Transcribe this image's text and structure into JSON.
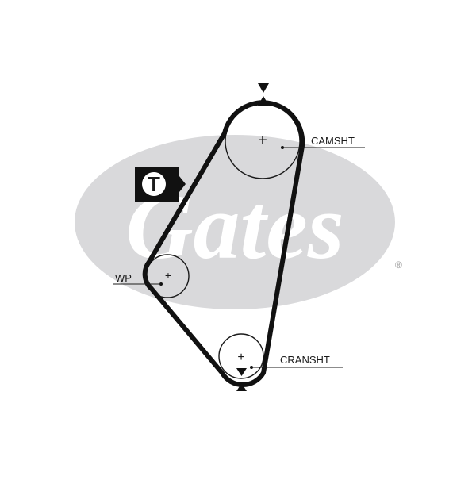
{
  "watermark": {
    "brand": "Gates",
    "registered_mark": "®",
    "ellipse_color": "#d9d9db"
  },
  "diagram": {
    "belt_color": "#111111",
    "pulleys": [
      {
        "id": "camshaft",
        "label": "CAMSHT"
      },
      {
        "id": "water_pump",
        "label": "WP"
      },
      {
        "id": "crankshaft",
        "label": "CRANSHT"
      }
    ],
    "center_mark": "+",
    "tensioner": {
      "letter": "T",
      "icon": "tensioner-icon"
    },
    "timing_marks": {
      "icon": "triangle-marker-icon"
    }
  }
}
